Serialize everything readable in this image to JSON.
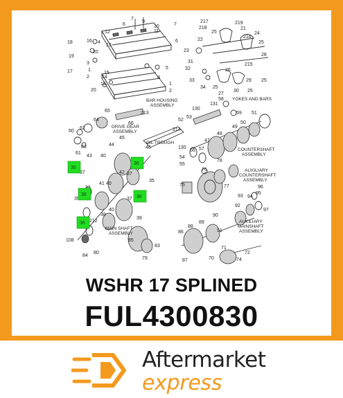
{
  "product": {
    "name": "WSHR 17 SPLINED",
    "part_number": "FUL4300830"
  },
  "diagram": {
    "captions": {
      "bar_housing": [
        "BAR HOUSING",
        "ASSEMBLY"
      ],
      "yokes_bars": [
        "YOKES AND BARS"
      ],
      "drive_gear": [
        "DRIVE GEAR",
        "ASSEMBLY"
      ],
      "oil_trough": [
        "OIL TROUGH"
      ],
      "countershaft": [
        "COUNTERSHAFT",
        "ASSEMBLY"
      ],
      "aux_countershaft": [
        "AUXILIARY",
        "COUNTERSHAFT",
        "ASSEMBLY"
      ],
      "main_shaft": [
        "MAIN SHAFT",
        "ASSEMBLY"
      ],
      "aux_mainshaft": [
        "AUXILIARY",
        "MAINSHAFT",
        "ASSEMBLY"
      ]
    },
    "highlight_label": "36",
    "callouts": {
      "c12": "12",
      "c7": "7",
      "c9": "9",
      "c10": "10",
      "c11": "11",
      "c6": "6",
      "c18": "18",
      "c16": "16",
      "c4": "4",
      "c13": "13",
      "c20": "20",
      "c19": "19",
      "c3": "3",
      "c17": "17",
      "c1": "1",
      "c2": "2",
      "c15": "15",
      "c14": "14",
      "c8": "8",
      "c5": "5",
      "c217": "217",
      "c219": "219",
      "c218": "218",
      "c21": "21",
      "c25": "25",
      "c216": "216",
      "c24": "24",
      "c22": "22",
      "c23": "23",
      "c28": "28",
      "c31": "31",
      "c215": "215",
      "c32": "32",
      "c26": "26",
      "c29": "29",
      "c33": "33",
      "c34": "34",
      "c27": "27",
      "c30": "30",
      "c65": "65",
      "c213": "213",
      "c131": "131",
      "c58": "58",
      "c64": "64",
      "c66": "66",
      "c130": "130",
      "c53": "53",
      "c59": "59",
      "c51": "51",
      "c62": "62",
      "c52": "52",
      "c50": "50",
      "c49": "49",
      "c60": "60",
      "c214": "214",
      "c48": "48",
      "c63": "63",
      "c45": "45",
      "c47": "47",
      "c61": "61",
      "c44": "44",
      "c46": "46",
      "c56": "56",
      "c57": "57",
      "c43": "43",
      "c40": "40",
      "c54": "54",
      "c37": "37",
      "c55": "55",
      "c42": "42",
      "c78": "78",
      "c76": "76",
      "c41": "41",
      "c35": "35",
      "c75": "75",
      "c77": "77",
      "c96": "96",
      "c93": "93",
      "c94": "94",
      "c95": "95",
      "c38": "38",
      "c39": "39",
      "c92": "92",
      "c97": "97",
      "c212": "212",
      "c90": "90",
      "c89": "89",
      "c88": "88",
      "c91": "91",
      "c86": "86",
      "c108": "108",
      "c85": "85",
      "c83": "83",
      "c84": "84",
      "c80": "80",
      "c79": "79",
      "c71": "71",
      "c72": "72",
      "c70": "70",
      "c87": "87",
      "c74": "74"
    }
  },
  "brand": {
    "line1": "Aftermarket",
    "line2": "express"
  },
  "colors": {
    "frame": "#f39a1e",
    "highlight": "#22dd22",
    "brand_accent": "#f39a1e",
    "text": "#111111"
  },
  "icons": {
    "logo": "speed-box-icon"
  }
}
